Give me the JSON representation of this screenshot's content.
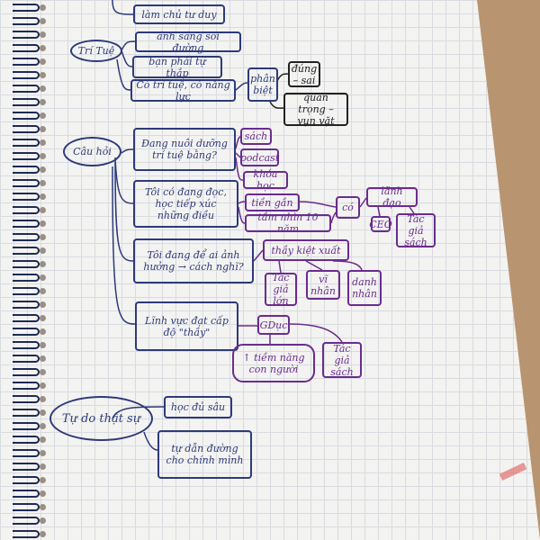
{
  "mindmap": {
    "top": {
      "lam_chu": "làm chủ tư duy"
    },
    "tri_tue": {
      "root": "Trí Tuệ",
      "anh_sang": "ánh sáng soi đường",
      "tu_thap": "bạn phải tự thắp",
      "co_tri_tue": "Có trí tuệ, có năng lực",
      "phan_biet": "phân biệt",
      "dung_sai": "đúng – sai",
      "quan_trong": "quan trọng – vụn vặt"
    },
    "cau_hoi": {
      "root": "Câu hỏi",
      "q1": "Đang nuôi dưỡng trí tuệ bằng?",
      "sach": "sách",
      "podcast": "podcast",
      "khoa_hoc": "khóa học",
      "q2": "Tôi có đang đọc, học tiếp xúc những điều",
      "tien_gan": "tiền gần",
      "tam_nhin": "tầm nhìn 10 năm",
      "co": "có",
      "lanh_dao": "lãnh đạo",
      "ceo": "CEO",
      "tac_gia_sach_1": "Tác giả sách",
      "q3": "Tôi đang để ai ảnh hưởng → cách nghĩ?",
      "thay_kiet_xuat": "thầy kiệt xuất",
      "tac_gia_lon": "Tác giả lớn",
      "vi_nhan": "vĩ nhân",
      "danh_nhan": "danh nhân",
      "q4": "Lĩnh vực đạt cấp độ \"thầy\"",
      "gduc": "GDục",
      "tiem_nang": "↑ tiềm năng con người",
      "tac_gia_sach_2": "Tác giả sách"
    },
    "tu_do": {
      "root": "Tự do thật sự",
      "hoc_du_sau": "học đủ sâu",
      "tu_dan_duong": "tự dẫn đường cho chính mình"
    },
    "colors": {
      "blue_ink": "#2d3a7a",
      "purple_ink": "#6a2c8e",
      "black_ink": "#222222"
    }
  }
}
